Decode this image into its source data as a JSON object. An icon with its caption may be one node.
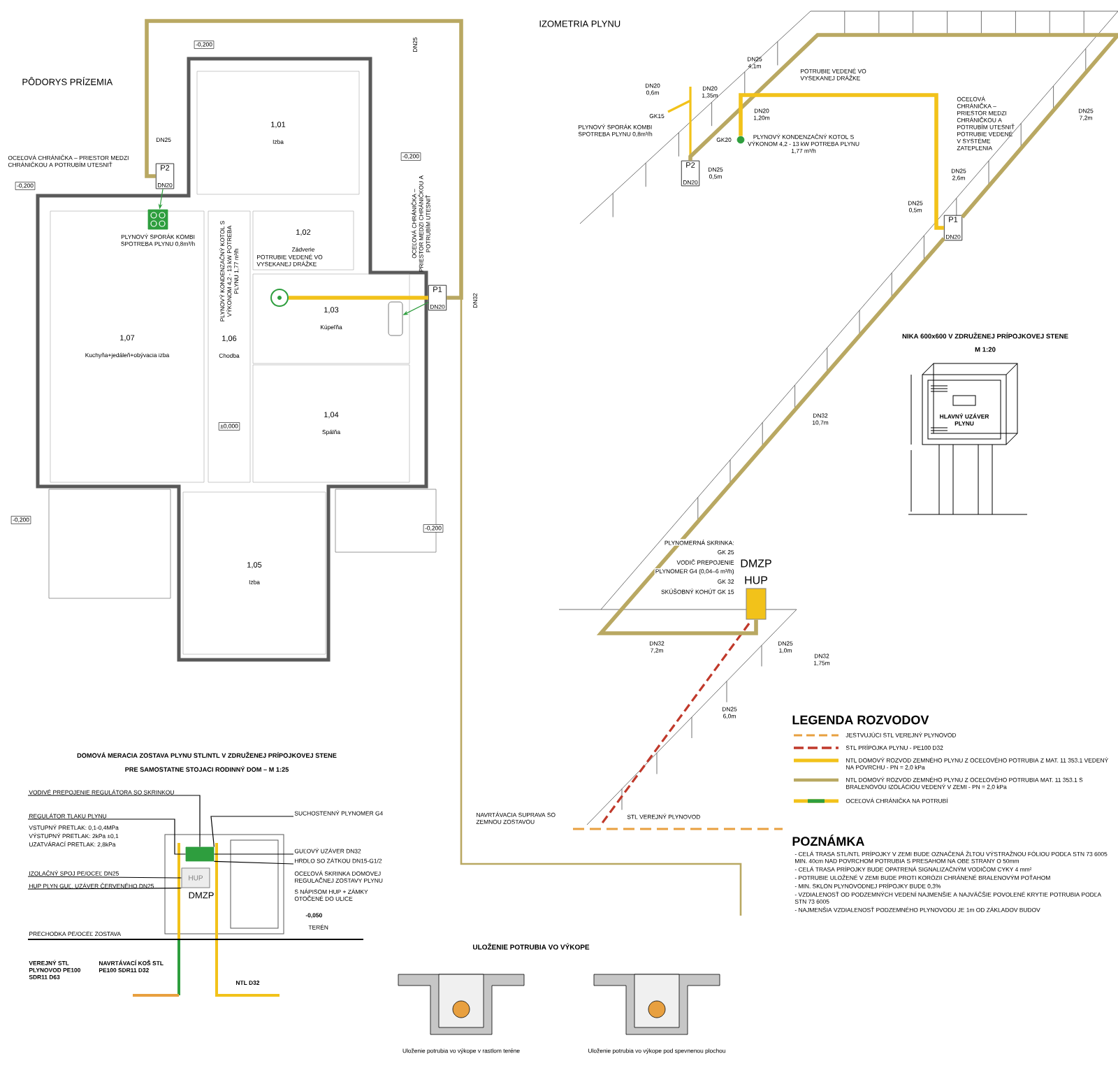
{
  "diagram": {
    "nodes": [
      {
        "text": [
          "1,01",
          "Izba"
        ]
      },
      {
        "text": [
          "1,02",
          "Zádverie"
        ]
      },
      {
        "text": [
          "1,03",
          "Kúpeľňa"
        ]
      },
      {
        "text": [
          "1,04",
          "Spálňa"
        ]
      },
      {
        "text": [
          "1,05",
          "Izba"
        ]
      },
      {
        "text": [
          "1,06",
          "Chodba"
        ]
      },
      {
        "text": [
          "1,07",
          "Kuchyňa+jedáleň+obývacia izba"
        ]
      },
      {
        "text": [
          "P2",
          "DN20"
        ]
      },
      {
        "text": [
          "P1",
          "DN20"
        ]
      },
      {
        "text": [],
        "shape": "box",
        "in": 6,
        "beside": [
          "PLYNOVÝ SPORÁK KOMBI SPOTREBA PLYNU 0,8m³/h"
        ]
      },
      {
        "text": [],
        "shape": "circle",
        "in": 2
      },
      {
        "text": [
          "P2",
          "DN20"
        ]
      },
      {
        "text": [
          "P1",
          "DN20"
        ]
      },
      {
        "text": [
          "DMZP",
          "HUP"
        ]
      },
      {
        "text": [
          "HUP",
          "DMZP"
        ]
      },
      {
        "text": [],
        "shape": "box",
        "in": 2
      },
      {
        "text": [],
        "shape": "circle"
      },
      {
        "text": [
          "VODIVÉ PREPOJENIE REGULÁTORA SO SKRINKOU"
        ]
      },
      {
        "text": [
          "REGULÁTOR TLAKU PLYNU"
        ]
      },
      {
        "text": [
          "IZOLAČNÝ SPOJ PE/OCEĽ DN25"
        ]
      },
      {
        "text": [
          "HUP PLYN GUĽ. UZÁVER ČERVENÉHO DN25"
        ]
      },
      {
        "text": [
          "SUCHOSTENNÝ PLYNOMER G4"
        ]
      },
      {
        "text": [
          "GUĽOVÝ UZÁVER DN32"
        ]
      },
      {
        "text": [
          "HRDLO SO ZÁTKOU DN15-G1/2"
        ]
      },
      {
        "text": [],
        "shape": "box"
      }
    ],
    "edges": [
      {
        "from": 7,
        "to": 9,
        "arrow": "to",
        "color": "#2e9e3e"
      },
      {
        "from": 8,
        "to": 15,
        "arrow": "to",
        "color": "#2e9e3e"
      },
      {
        "from": 8,
        "to": 10,
        "arrow": "none",
        "style": "thick",
        "color": "#f2c21a"
      },
      {
        "from": 7,
        "to": 8,
        "arrow": "none",
        "style": "thick",
        "color": "#b9a862"
      },
      {
        "from": 11,
        "to": 12,
        "arrow": "none",
        "style": "thick",
        "color": "#b9a862"
      },
      {
        "from": 12,
        "to": 13,
        "arrow": "none",
        "style": "thick",
        "color": "#b9a862"
      },
      {
        "from": 12,
        "to": 16,
        "arrow": "none",
        "style": "thick",
        "color": "#f2c21a"
      },
      {
        "from": 17,
        "to": 24,
        "arrow": "none"
      },
      {
        "from": 18,
        "to": 24,
        "arrow": "none"
      },
      {
        "from": 19,
        "to": 14,
        "arrow": "none"
      },
      {
        "from": 20,
        "to": 14,
        "arrow": "none"
      },
      {
        "from": 21,
        "to": 24,
        "arrow": "none"
      },
      {
        "from": 22,
        "to": 24,
        "arrow": "none"
      },
      {
        "from": 23,
        "to": 24,
        "arrow": "none"
      }
    ],
    "labels": [
      "PÔDORYS PRÍZEMIA",
      "OCEĽOVÁ CHRÁNIČKA – PRIESTOR MEDZI CHRÁNIČKOU A POTRUBÍM UTESNIŤ",
      "POTRUBIE VEDENÉ VO VYSEKANEJ DRÁŽKE",
      "OCEĽOVÁ CHRÁNIČKA – PRIESTOR MEDZI CHRÁNIČKOU A POTRUBÍM UTESNIŤ",
      "DN25",
      "DN25",
      "DN32",
      "-0,200",
      "-0,200",
      "-0,200",
      "-0,200",
      "-0,200",
      "±0,000",
      "PLYNOVÝ KONDENZAČNÝ KOTOL S VÝKONOM 4,2 - 13 kW POTREBA PLYNU 1,77 m³/h",
      "IZOMETRIA PLYNU",
      "PLYNOVÝ SPORÁK KOMBI SPOTREBA PLYNU 0,8m³/h",
      "PLYNOVÝ KONDENZAČNÝ KOTOL S VÝKONOM 4,2 - 13 kW POTREBA PLYNU 1,77 m³/h",
      "POTRUBIE VEDENÉ VO VYSEKANEJ DRÁŽKE",
      "OCEĽOVÁ CHRÁNIČKA – PRIESTOR MEDZI CHRÁNIČKOU A POTRUBÍM UTESNIŤ",
      "POTRUBIE VEDENÉ V SYSTÉME ZATEPLENIA",
      "DN25 4,1m",
      "DN25 7,2m",
      "DN25 2,6m",
      "DN25 0,5m",
      "DN20 0,6m",
      "DN20 1,35m",
      "DN20 1,20m",
      "DN25 0,5m",
      "GK15",
      "GK20",
      "DN32 10,7m",
      "DN32 7,2m",
      "DN32 1,75m",
      "DN25 1,0m",
      "DN25 6,0m",
      "PLYNOMERNÁ SKRINKA:",
      "GK 25",
      "VODIČ PREPOJENIE",
      "PLYNOMER G4 (0,04–6 m³/h)",
      "GK 32",
      "SKÚŠOBNÝ KOHÚT GK 15",
      "STL VEREJNÝ PLYNOVOD",
      "NAVRTÁVACIA SUPRAVA SO ZEMNOU ZOSTAVOU",
      "NIKA 600x600 V ZDRUŽENEJ PRÍPOJKOVEJ STENE",
      "M 1:20",
      "HLAVNÝ UZÁVER PLYNU",
      "LEGENDA ROZVODOV",
      "POZNÁMKA",
      "- CELÁ TRASA STL/NTL PRÍPOJKY V ZEMI BUDE OZNAČENÁ ŽLTOU VÝSTRAŽNOU FÓLIOU PODĽA STN 73 6005 MIN. 40cm NAD POVRCHOM POTRUBIA S PRESAHOM NA OBE STRANY O 50mm",
      "- CELÁ TRASA PRÍPOJKY BUDE OPATRENÁ SIGNALIZAČNÝM VODIČOM CYKY 4 mm²",
      "- POTRUBIE ULOŽENÉ V ZEMI BUDE PROTI KORÓZII CHRÁNENÉ BRALENOVÝM POŤAHOM",
      "- MIN. SKLON PLYNOVODNEJ PRÍPOJKY BUDE 0,3%",
      "- VZDIALENOSŤ OD PODZEMNÝCH VEDENÍ NAJMENŠIE A NAJVÄČŠIE POVOLENÉ KRYTIE POTRUBIA PODĽA STN 73 6005",
      "- NAJMENŠIA VZDIALENOSŤ PODZEMNÉHO PLYNOVODU JE 1m OD ZÁKLADOV BUDOV",
      "DOMOVÁ MERACIA ZOSTAVA PLYNU STL/NTL V ZDRUŽENEJ PRÍPOJKOVEJ STENE",
      "PRE SAMOSTATNE STOJACI RODINNÝ DOM – M 1:25",
      "VSTUPNÝ PRETLAK: 0,1-0,4MPa",
      "VÝSTUPNÝ PRETLAK: 2kPa ±0,1",
      "UZATVÁRACÍ PRETLAK: 2,8kPa",
      "PRECHODKA PE/OCEĽ ZOSTAVA",
      "VEREJNÝ STL PLYNOVOD PE100 SDR11 D63",
      "NAVRTÁVACÍ KOŠ STL PE100 SDR11 D32",
      "NTL D32",
      "OCEĽOVÁ SKRINKA DOMOVEJ REGULAČNEJ ZOSTAVY PLYNU",
      "S NÁPISOM HUP + ZÁMKY OTOČENÉ DO ULICE",
      "-0,050",
      "TERÉN",
      "ULOŽENIE POTRUBIA VO VÝKOPE",
      "Uloženie potrubia vo výkope v rastlom teréne",
      "Uloženie potrubia vo výkope pod spevnenou plochou"
    ],
    "legend": [
      {
        "text": "JESTVUJÚCI STL VEREJNÝ PLYNOVOD"
      },
      {
        "text": "STL PRÍPOJKA PLYNU - PE100 D32"
      },
      {
        "text": "NTL DOMOVÝ ROZVOD ZEMNÉHO PLYNU Z OCEĽOVÉHO POTRUBIA Z MAT. 11 353.1 VEDENÝ NA POVRCHU - PN = 2,0 kPa"
      },
      {
        "text": "NTL DOMOVÝ ROZVOD ZEMNÉHO PLYNU Z OCEĽOVÉHO POTRUBIA MAT. 11 353.1 S BRALENOVOU IZOLÁCIOU VEDENÝ V ZEMI - PN = 2,0 kPa"
      },
      {
        "text": "OCEĽOVÁ CHRÁNIČKA NA POTRUBÍ"
      }
    ]
  }
}
